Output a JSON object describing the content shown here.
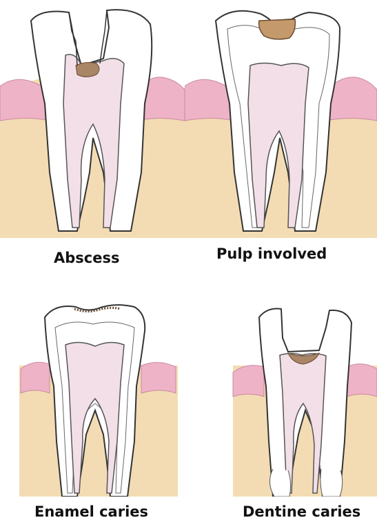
{
  "figure": {
    "panels": [
      {
        "id": "abscess",
        "caption": "Abscess"
      },
      {
        "id": "pulp-involved",
        "caption": "Pulp involved"
      },
      {
        "id": "enamel-caries",
        "caption": "Enamel caries"
      },
      {
        "id": "dentine-caries",
        "caption": "Dentine caries"
      }
    ]
  },
  "colors": {
    "bone": "#f3dcb3",
    "gum": "#eeb3c6",
    "pulp": "#f2dfe8",
    "decay": "#a88666",
    "outline": "#333333",
    "enamel": "#ffffff"
  }
}
